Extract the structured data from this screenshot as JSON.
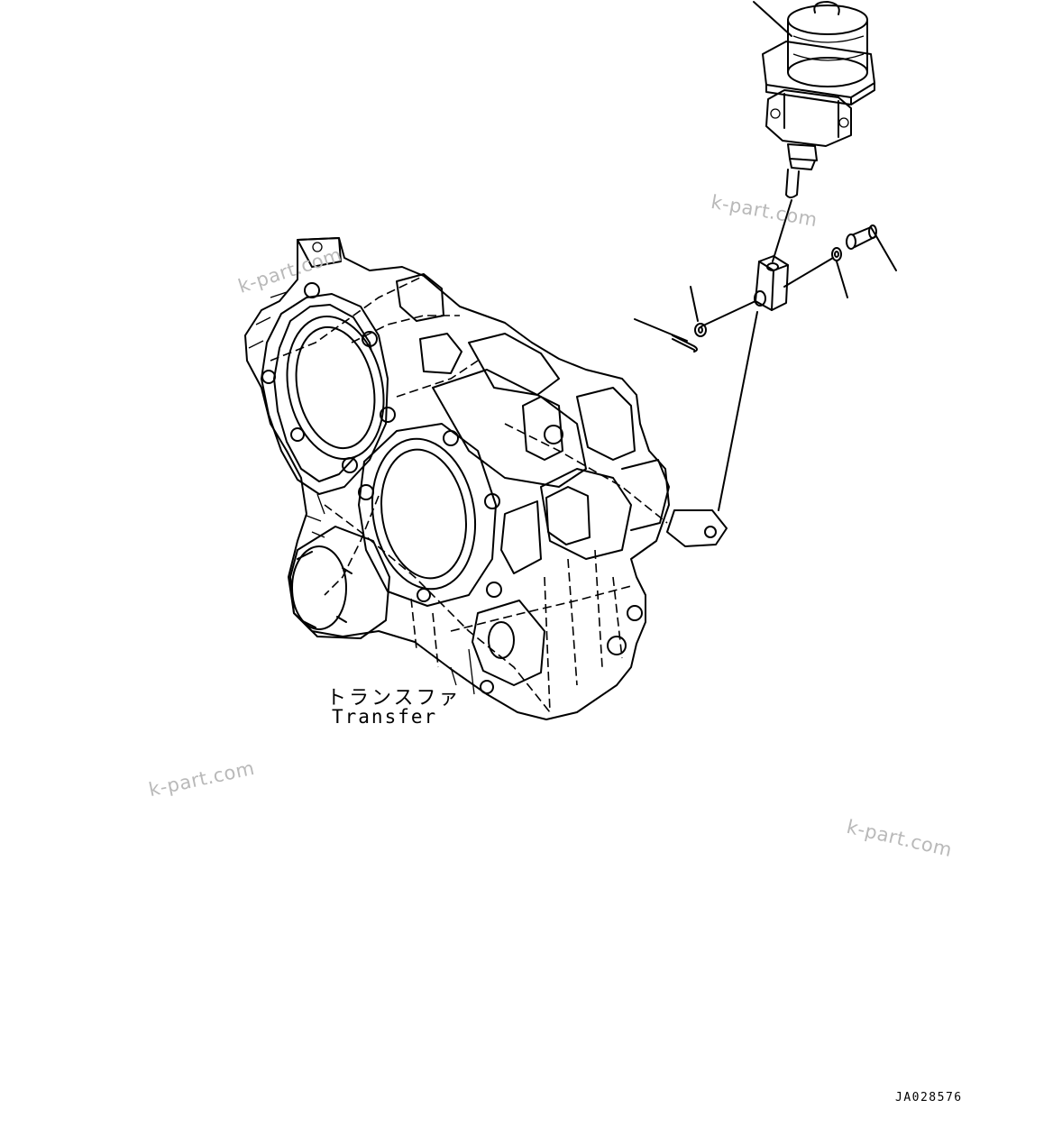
{
  "labels": {
    "transfer_jp": "トランスファ",
    "transfer_en": "Transfer",
    "drawing_code": "JA028576"
  },
  "watermarks": [
    "k-part.com",
    "k-part.com",
    "k-part.com",
    "k-part.com"
  ]
}
